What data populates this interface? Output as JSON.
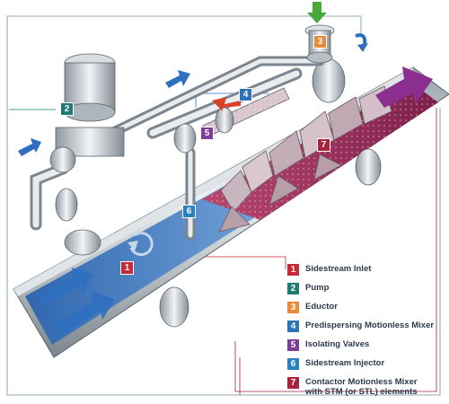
{
  "legend": [
    {
      "number": "1",
      "label": "Sidestream Inlet",
      "color": "#c62a36"
    },
    {
      "number": "2",
      "label": "Pump",
      "color": "#1f7a6f"
    },
    {
      "number": "3",
      "label": "Eductor",
      "color": "#e98a3a"
    },
    {
      "number": "4",
      "label": "Predispersing Motionless Mixer",
      "color": "#2c73b8"
    },
    {
      "number": "5",
      "label": "Isolating Valves",
      "color": "#7e3e97"
    },
    {
      "number": "6",
      "label": "Sidestream Injector",
      "color": "#2a80c0"
    },
    {
      "number": "7",
      "label": "Contactor Motionless Mixer",
      "label2": "with STM (or STL) elements",
      "color": "#a8243c"
    }
  ],
  "colors": {
    "main_pipe_fluid": "#3a79c0",
    "mixed_fluid": "#a8345e",
    "flow_arrow_blue": "#2f6fc0",
    "flow_arrow_purple": "#8a2f8f",
    "flow_arrow_red": "#d9412b",
    "inlet_arrow_green": "#4aa83a",
    "pipe_metal": "#b9bfc5"
  },
  "icons": [
    "flow-arrow-icon",
    "rotation-arrow-icon",
    "down-arrow-icon"
  ]
}
